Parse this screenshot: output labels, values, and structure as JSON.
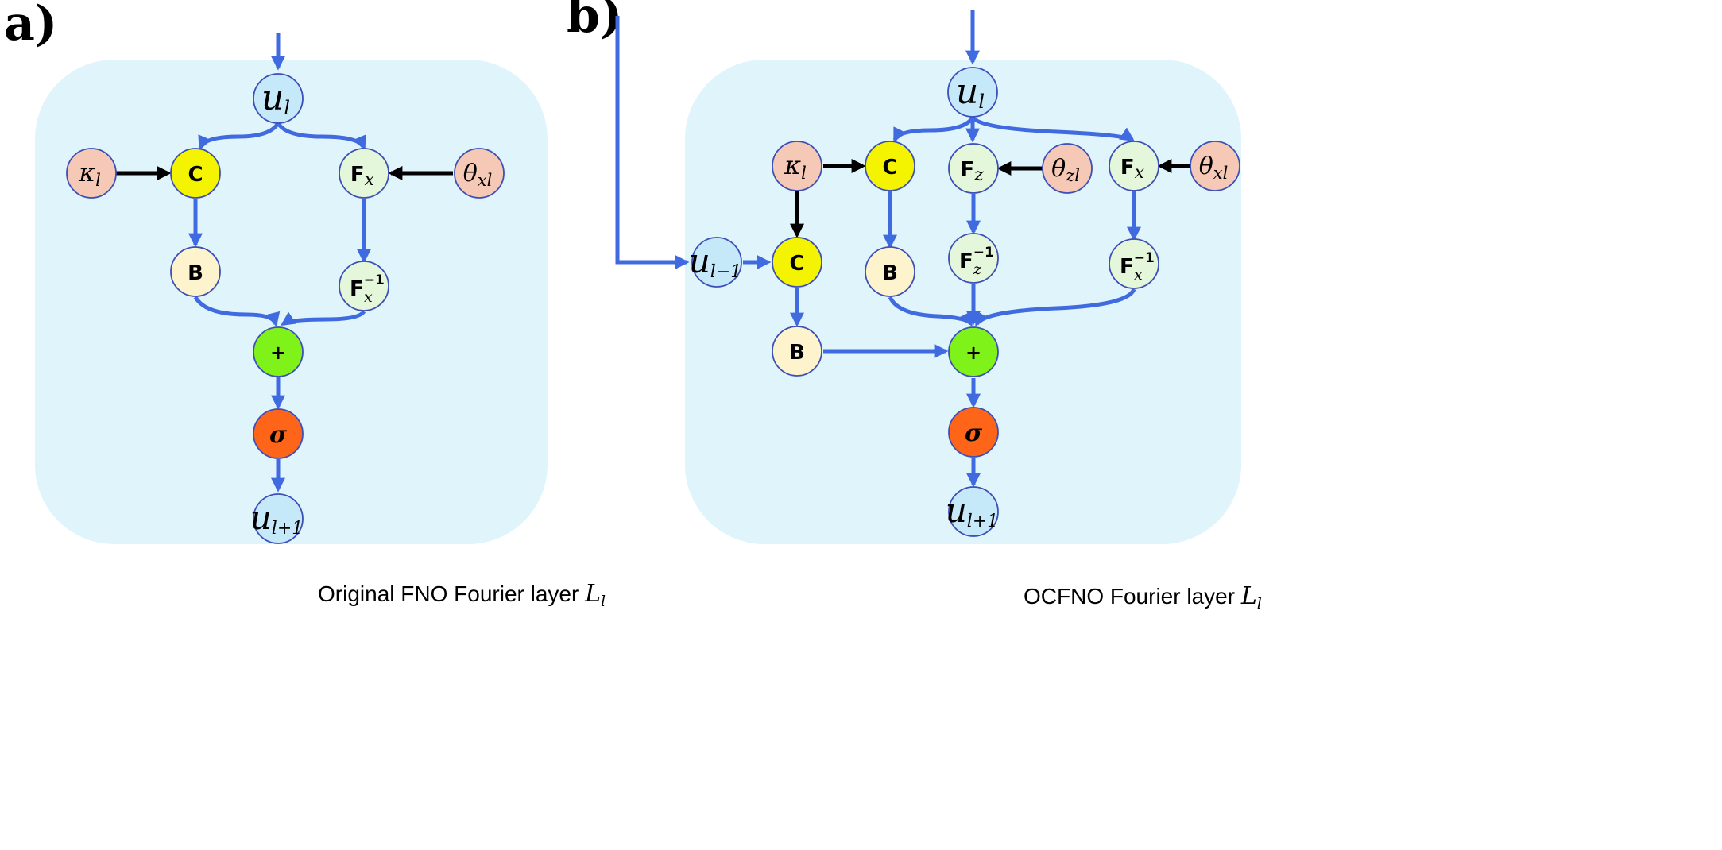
{
  "colors": {
    "panel_bg": "#e0f4fb",
    "node_u": "#c6e9fa",
    "node_kappa": "#f6c9b6",
    "node_C": "#f4f400",
    "node_B": "#fdf3cc",
    "node_F": "#e4f7da",
    "node_plus": "#7ff21a",
    "node_sigma": "#ff6518",
    "arrow_blue": "#3f6ae0",
    "arrow_black": "#000000"
  },
  "panel_a": {
    "label": "a)",
    "caption_prefix": "Original FNO Fourier layer ",
    "caption_var": "L",
    "caption_sub": "l",
    "nodes": {
      "u_l": {
        "base": "u",
        "sub": "l"
      },
      "kappa_l": {
        "base": "κ",
        "sub": "l"
      },
      "C": {
        "text": "C"
      },
      "F_x": {
        "base": "F",
        "sub": "x"
      },
      "theta_xl": {
        "base": "θ",
        "sub": "xl"
      },
      "B": {
        "text": "B"
      },
      "F_x_inv": {
        "base": "F",
        "sub": "x",
        "sup": "−1"
      },
      "plus": {
        "text": "+"
      },
      "sigma": {
        "text": "σ"
      },
      "u_l1": {
        "base": "u",
        "sub": "l+1"
      }
    }
  },
  "panel_b": {
    "label": "b)",
    "caption_prefix": "OCFNO Fourier layer ",
    "caption_var": "L",
    "caption_sub": "l",
    "nodes": {
      "u_l": {
        "base": "u",
        "sub": "l"
      },
      "kappa_l": {
        "base": "κ",
        "sub": "l"
      },
      "C1": {
        "text": "C"
      },
      "F_z": {
        "base": "F",
        "sub": "z"
      },
      "theta_zl": {
        "base": "θ",
        "sub": "zl"
      },
      "F_x": {
        "base": "F",
        "sub": "x"
      },
      "theta_xl": {
        "base": "θ",
        "sub": "xl"
      },
      "u_lm1": {
        "base": "u",
        "sub": "l−1"
      },
      "C2": {
        "text": "C"
      },
      "B1": {
        "text": "B"
      },
      "F_z_inv": {
        "base": "F",
        "sub": "z",
        "sup": "−1"
      },
      "F_x_inv": {
        "base": "F",
        "sub": "x",
        "sup": "−1"
      },
      "B2": {
        "text": "B"
      },
      "plus": {
        "text": "+"
      },
      "sigma": {
        "text": "σ"
      },
      "u_l1": {
        "base": "u",
        "sub": "l+1"
      }
    }
  }
}
